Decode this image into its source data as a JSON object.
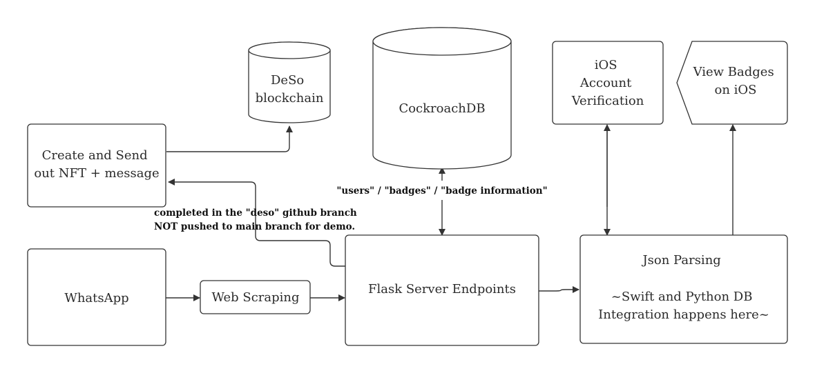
{
  "nodes": {
    "deso": {
      "lines": [
        "DeSo",
        "blockchain"
      ]
    },
    "cockroach": {
      "lines": [
        "CockroachDB"
      ]
    },
    "ios_verify": {
      "lines": [
        "iOS",
        "Account",
        "Verification"
      ]
    },
    "view_badges": {
      "lines": [
        "View Badges",
        "on iOS"
      ]
    },
    "create_send": {
      "lines": [
        "Create and Send",
        "out NFT + message"
      ]
    },
    "whatsapp": {
      "lines": [
        "WhatsApp"
      ]
    },
    "web_scraping": {
      "lines": [
        "Web Scraping"
      ]
    },
    "flask": {
      "lines": [
        "Flask Server Endpoints"
      ]
    },
    "json_parsing": {
      "lines": [
        "Json Parsing",
        "",
        "~Swift and Python DB",
        "Integration happens here~"
      ]
    }
  },
  "labels": {
    "db_tables": "\"users\" / \"badges\" / \"badge information\"",
    "deso_note": [
      "completed in the \"deso\" github branch",
      "NOT pushed to main branch for demo."
    ]
  }
}
